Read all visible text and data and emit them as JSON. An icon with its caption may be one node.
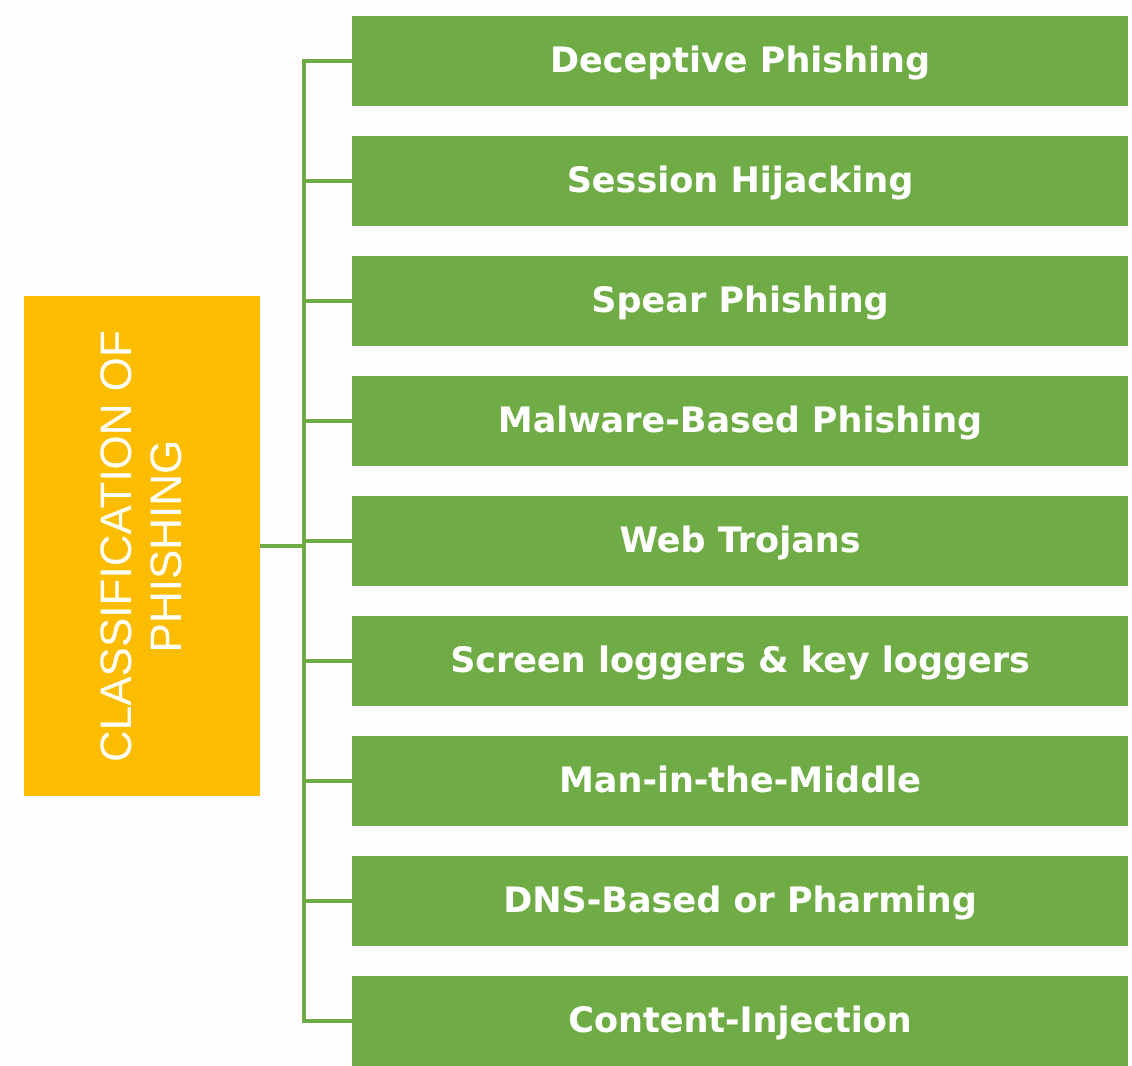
{
  "diagram": {
    "nodes": [
      {
        "text": [
          "CLASSIFICATION OF PHISHING"
        ]
      },
      {
        "text": [
          "Deceptive Phishing"
        ]
      },
      {
        "text": [
          "Session Hijacking"
        ]
      },
      {
        "text": [
          "Spear Phishing"
        ]
      },
      {
        "text": [
          "Malware-Based Phishing"
        ]
      },
      {
        "text": [
          "Web Trojans"
        ]
      },
      {
        "text": [
          "Screen loggers & key loggers"
        ]
      },
      {
        "text": [
          "Man-in-the-Middle"
        ]
      },
      {
        "text": [
          "DNS-Based or Pharming"
        ]
      },
      {
        "text": [
          "Content-Injection"
        ]
      }
    ],
    "edges": [
      {
        "from": 0,
        "to": 1,
        "arrow": "none"
      },
      {
        "from": 0,
        "to": 2,
        "arrow": "none"
      },
      {
        "from": 0,
        "to": 3,
        "arrow": "none"
      },
      {
        "from": 0,
        "to": 4,
        "arrow": "none"
      },
      {
        "from": 0,
        "to": 5,
        "arrow": "none"
      },
      {
        "from": 0,
        "to": 6,
        "arrow": "none"
      },
      {
        "from": 0,
        "to": 7,
        "arrow": "none"
      },
      {
        "from": 0,
        "to": 8,
        "arrow": "none"
      },
      {
        "from": 0,
        "to": 9,
        "arrow": "none"
      }
    ]
  }
}
